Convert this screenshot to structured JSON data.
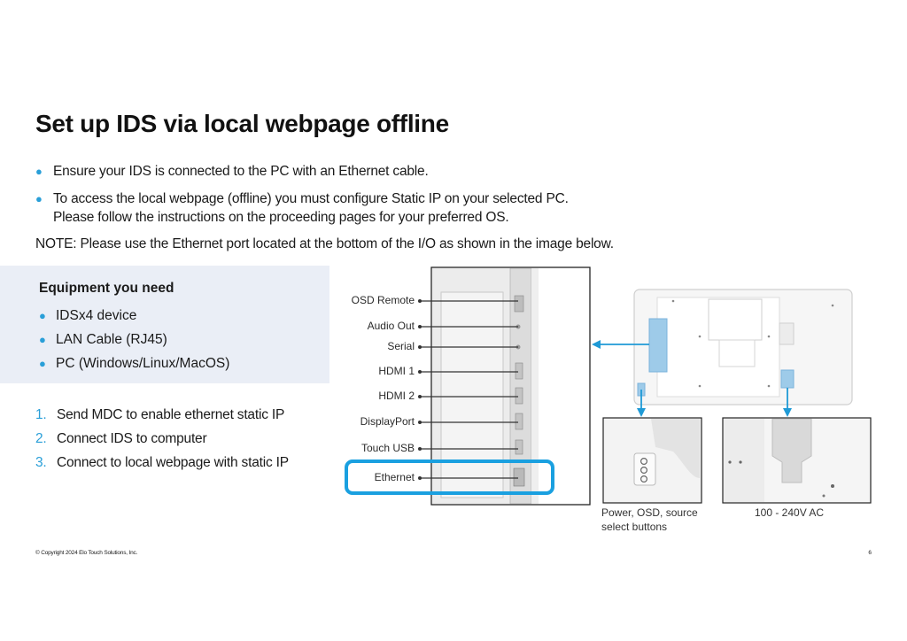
{
  "title": "Set up IDS via local webpage offline",
  "bullets": [
    {
      "lines": [
        "Ensure your IDS is connected to the PC with an Ethernet cable."
      ]
    },
    {
      "lines": [
        "To access the local webpage (offline) you must configure Static IP on your selected PC.",
        "Please follow the instructions on the proceeding pages for your preferred OS."
      ]
    }
  ],
  "note": "NOTE: Please use the Ethernet port located at the bottom of the I/O as shown in the image below.",
  "equipment": {
    "title": "Equipment you need",
    "items": [
      "IDSx4 device",
      "LAN Cable (RJ45)",
      "PC (Windows/Linux/MacOS)"
    ]
  },
  "steps": [
    {
      "num": "1.",
      "text": "Send MDC to enable ethernet static IP"
    },
    {
      "num": "2.",
      "text": "Connect IDS to computer"
    },
    {
      "num": "3.",
      "text": "Connect to local webpage with static IP"
    }
  ],
  "io_labels": [
    "OSD Remote",
    "Audio Out",
    "Serial",
    "HDMI 1",
    "HDMI 2",
    "DisplayPort",
    "Touch USB",
    "Ethernet"
  ],
  "captions": {
    "buttons": [
      "Power, OSD, source",
      "select buttons"
    ],
    "power": "100 - 240V AC"
  },
  "footer": {
    "copyright": "© Copyright 2024 Elo Touch Solutions, Inc.",
    "page": "6"
  },
  "colors": {
    "accent": "#2a9fd8",
    "highlight": "#1aa0e0",
    "panel": "#eaeef6"
  }
}
